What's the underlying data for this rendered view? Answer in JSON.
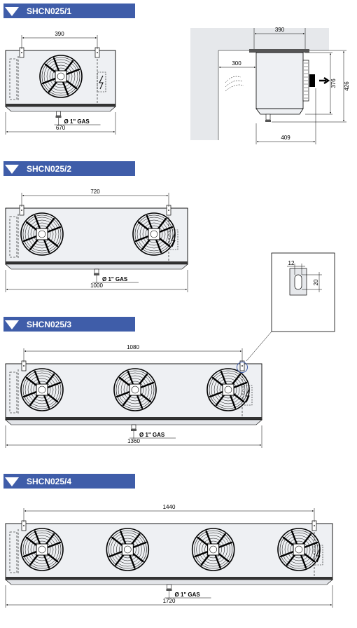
{
  "sections": [
    {
      "title": "SHCN025/1",
      "hole_dim": "390",
      "overall_dim": "670",
      "gas_label": "Ø 1\" GAS",
      "fans": 1
    },
    {
      "title": "SHCN025/2",
      "hole_dim": "720",
      "overall_dim": "1000",
      "gas_label": "Ø 1\" GAS",
      "fans": 2
    },
    {
      "title": "SHCN025/3",
      "hole_dim": "1080",
      "overall_dim": "1360",
      "gas_label": "Ø 1\" GAS",
      "fans": 3
    },
    {
      "title": "SHCN025/4",
      "hole_dim": "1440",
      "overall_dim": "1720",
      "gas_label": "Ø 1\" GAS",
      "fans": 4
    }
  ],
  "side_view": {
    "top_dim": "390",
    "wall_dim": "300",
    "depth_dim": "409",
    "height1": "376",
    "height2": "426"
  },
  "detail": {
    "slot_width": "12",
    "slot_height": "20"
  },
  "colors": {
    "header_blue": "#3f5da9",
    "unit_fill": "#eef0f3"
  }
}
